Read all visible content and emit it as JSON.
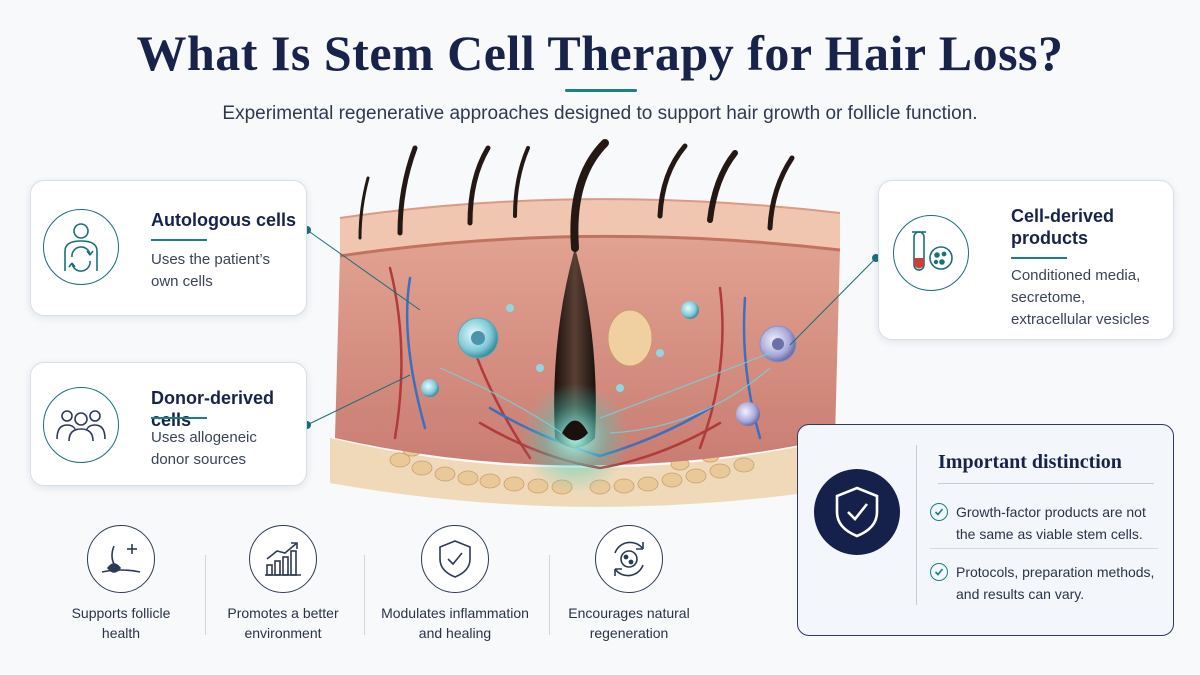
{
  "header": {
    "title": "What Is Stem Cell Therapy for Hair Loss?",
    "subtitle": "Experimental regenerative approaches designed to support hair growth or follicle function."
  },
  "cards": {
    "autologous": {
      "title": "Autologous cells",
      "text_line1": "Uses the patient’s",
      "text_line2": "own cells",
      "icon": "person-cycle-icon"
    },
    "donor": {
      "title": "Donor-derived cells",
      "text_line1": "Uses allogeneic",
      "text_line2": "donor sources",
      "icon": "people-group-icon"
    },
    "cell_derived": {
      "title_line1": "Cell-derived",
      "title_line2": "products",
      "text_line1": "Conditioned media,",
      "text_line2": "secretome,",
      "text_line3": "extracellular vesicles",
      "icon": "test-tube-petri-icon"
    }
  },
  "benefits": [
    {
      "line1": "Supports follicle",
      "line2": "health",
      "icon": "follicle-plus-icon"
    },
    {
      "line1": "Promotes a better",
      "line2": "environment",
      "icon": "growth-chart-icon"
    },
    {
      "line1": "Modulates inflammation",
      "line2": "and healing",
      "icon": "shield-check-icon"
    },
    {
      "line1": "Encourages natural",
      "line2": "regeneration",
      "icon": "cell-cycle-icon"
    }
  ],
  "important": {
    "title": "Important distinction",
    "items": [
      {
        "line1": "Growth-factor products are not",
        "line2": "the same as viable stem cells."
      },
      {
        "line1": "Protocols, preparation methods,",
        "line2": "and results can vary."
      }
    ],
    "icon": "shield-check-badge-icon"
  },
  "colors": {
    "navy": "#17234a",
    "teal": "#1b7f86",
    "skin": "#e8b3a2",
    "hair": "#2a1c16"
  }
}
